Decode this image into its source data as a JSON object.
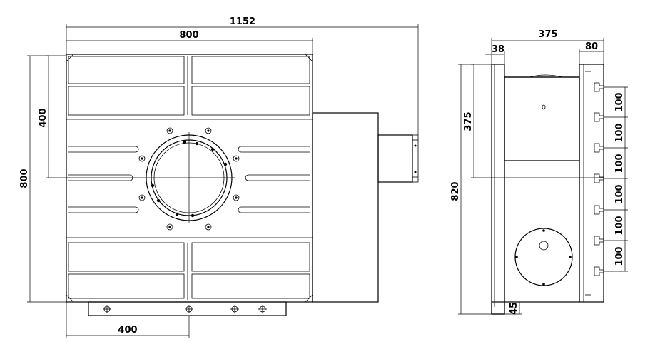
{
  "front_view": {
    "overall_width": "1152",
    "table_width": "800",
    "height_half": "400",
    "table_height": "800",
    "bottom_half": "400"
  },
  "side_view": {
    "overall_width": "375",
    "offset": "38",
    "right_width": "80",
    "upper_height": "375",
    "total_height": "820",
    "bottom_gap": "45",
    "slot_pitch": [
      "100",
      "100",
      "100",
      "100",
      "100",
      "100"
    ]
  },
  "colors": {
    "line": "#000000",
    "background": "#ffffff"
  }
}
